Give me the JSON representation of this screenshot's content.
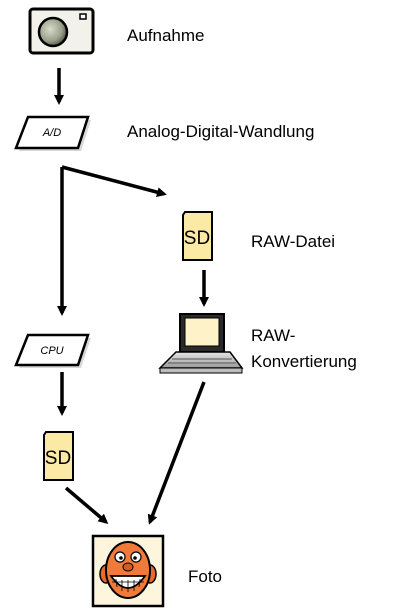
{
  "nodes": {
    "aufnahme": {
      "label": "Aufnahme",
      "icon": "camera-icon"
    },
    "ad": {
      "label": "Analog-Digital-Wandlung",
      "icon": "ad-converter-chip-icon",
      "icon_text": "A/D"
    },
    "raw_datei": {
      "label": "RAW-Datei",
      "icon": "sd-card-icon",
      "icon_text": "SD"
    },
    "cpu": {
      "icon": "cpu-chip-icon",
      "icon_text": "CPU"
    },
    "raw_konvertierung": {
      "label_line1": "RAW-",
      "label_line2": "Konvertierung",
      "icon": "laptop-icon"
    },
    "sd_card": {
      "icon": "sd-card-icon",
      "icon_text": "SD"
    },
    "foto": {
      "label": "Foto",
      "icon": "photo-face-icon"
    }
  },
  "colors": {
    "sd_fill": "#fbe9a6",
    "screen_fill": "#fdf2c8",
    "face_fill": "#f07a3a",
    "arrow": "#000000"
  }
}
